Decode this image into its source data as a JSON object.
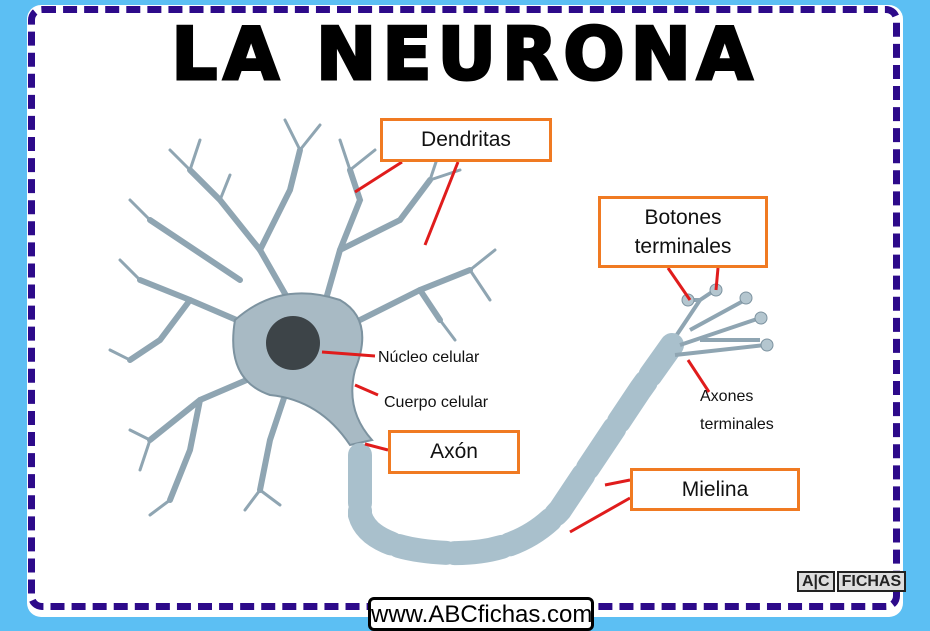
{
  "title": "LA NEURONA",
  "labels": {
    "dendritas": "Dendritas",
    "botones": "Botones terminales",
    "nucleo": "Núcleo celular",
    "cuerpo": "Cuerpo celular",
    "axon": "Axón",
    "axones_terminales": "Axones terminales",
    "mielina": "Mielina"
  },
  "footer": {
    "url": "www.ABCfichas.com",
    "logo_letters": "A|C",
    "logo_text": "FICHAS"
  },
  "colors": {
    "background": "#5cbff3",
    "border": "#2d0a8a",
    "label_box": "#f07a22",
    "pointer": "#e01c1c",
    "neuron": "#9fb4bf"
  }
}
